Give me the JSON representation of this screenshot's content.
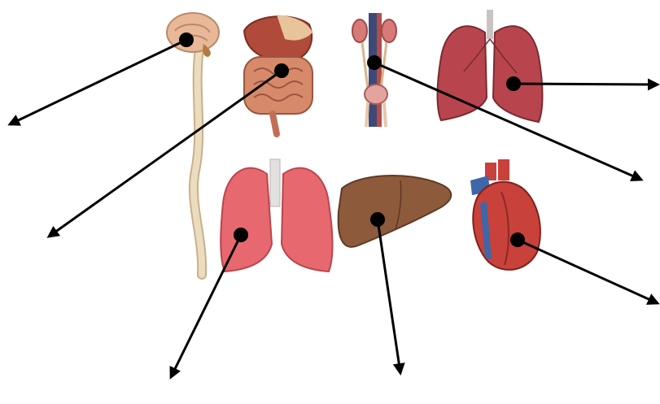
{
  "diagram": {
    "organs": [
      {
        "name": "brain-and-spinal-cord",
        "icon": "brain-spinal-cord-icon"
      },
      {
        "name": "digestive-system",
        "icon": "digestive-system-icon"
      },
      {
        "name": "urinary-system",
        "icon": "kidneys-bladder-icon"
      },
      {
        "name": "lungs-dark",
        "icon": "lungs-icon"
      },
      {
        "name": "lungs-light",
        "icon": "lungs-icon"
      },
      {
        "name": "liver",
        "icon": "liver-icon"
      },
      {
        "name": "heart",
        "icon": "heart-icon"
      }
    ],
    "label_blanks": 7,
    "colors": {
      "arrow": "#000000",
      "lungs_dark": "#b8454d",
      "lungs_light": "#e8686f",
      "liver": "#8e5a3c",
      "heart_red": "#c8413a",
      "heart_blue": "#3d67a8",
      "gut": "#d68a6a",
      "stomach": "#b04a3a",
      "brain": "#e8b898",
      "spine": "#e9d6b5",
      "kidney": "#d77a78"
    }
  }
}
